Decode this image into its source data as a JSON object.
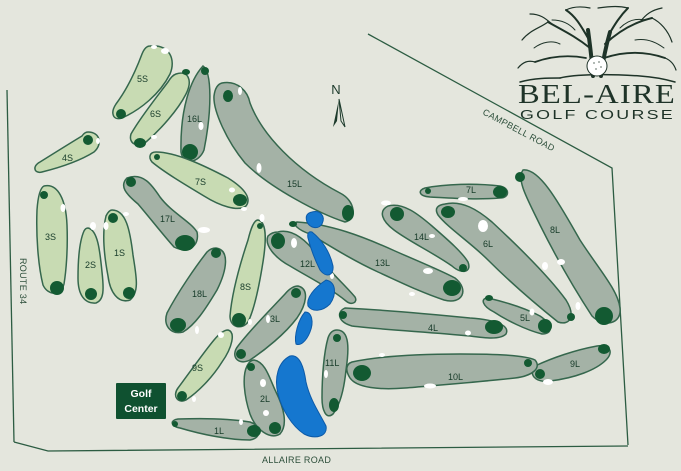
{
  "brand": {
    "name": "BEL-AIRE",
    "subtitle": "GOLF COURSE",
    "logo": "tree-and-golf-ball-logo"
  },
  "compass": {
    "label": "N",
    "icon": "north-arrow-icon"
  },
  "roads": {
    "campbell": "CAMPBELL ROAD",
    "route34": "ROUTE 34",
    "allaire": "ALLAIRE ROAD"
  },
  "golf_center": {
    "line1": "Golf",
    "line2": "Center"
  },
  "holes": {
    "h5s": "5S",
    "h6s": "6S",
    "h4s": "4S",
    "h3s": "3S",
    "h2s": "2S",
    "h1s": "1S",
    "h7s": "7S",
    "h8s": "8S",
    "h9s": "9S",
    "h16l": "16L",
    "h15l": "15L",
    "h17l": "17L",
    "h18l": "18L",
    "h12l": "12L",
    "h13l": "13L",
    "h14l": "14L",
    "h3l": "3L",
    "h11l": "11L",
    "h2l": "2L",
    "h1l": "1L",
    "h4l": "4L",
    "h5l": "5L",
    "h6l": "6L",
    "h7l": "7L",
    "h8l": "8L",
    "h9l": "9L",
    "h10l": "10L"
  },
  "colors": {
    "background": "#e4e6dd",
    "long_course": "#a4b2a6",
    "short_course": "#c8dbb3",
    "green": "#135a32",
    "water": "#1577cf"
  }
}
